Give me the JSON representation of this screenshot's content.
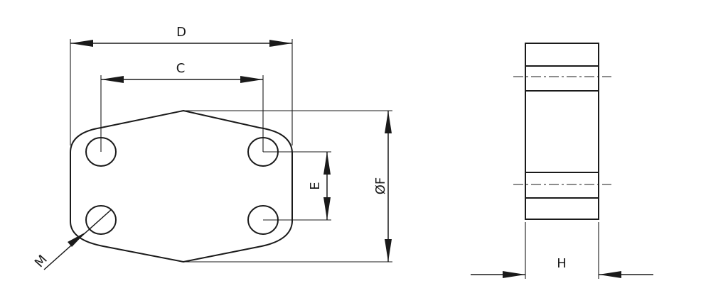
{
  "labels": {
    "d": "D",
    "c": "C",
    "e": "E",
    "f": "ØF",
    "m": "M",
    "h": "H"
  }
}
